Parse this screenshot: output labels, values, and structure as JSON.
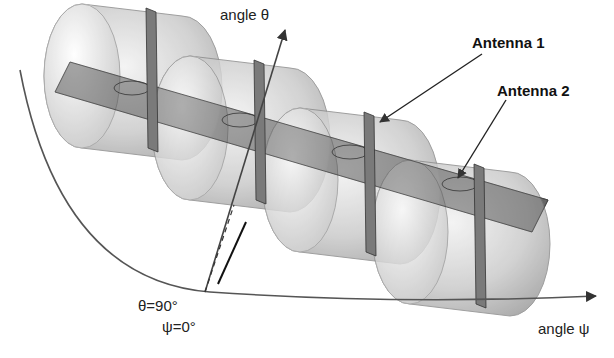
{
  "diagram": {
    "labels": [
      "angle θ",
      "Antenna 1",
      "Antenna 2",
      "θ=90°",
      "ψ=0°",
      "angle ψ"
    ]
  }
}
